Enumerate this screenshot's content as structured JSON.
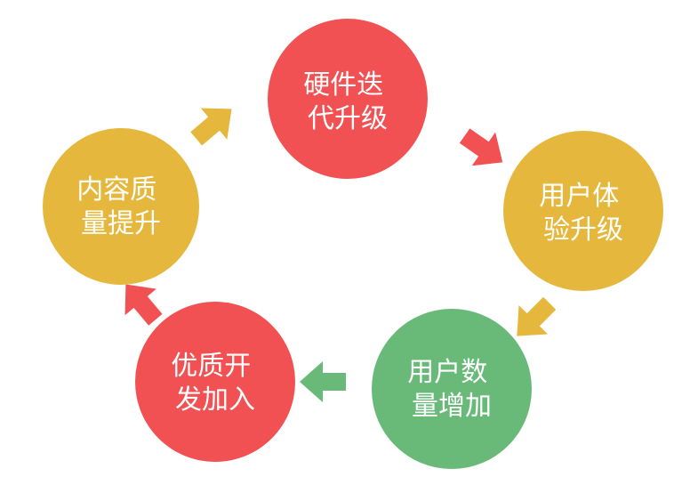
{
  "colors": {
    "red": "#F15153",
    "yellow": "#E5B83D",
    "green": "#69BA79",
    "label": "#FFFFFF"
  },
  "nodes": [
    {
      "id": "hardware-iteration",
      "lines": [
        "硬件迭",
        "代升级"
      ],
      "color": "#F15153"
    },
    {
      "id": "user-experience",
      "lines": [
        "用户体",
        "验升级"
      ],
      "color": "#E5B83D"
    },
    {
      "id": "user-growth",
      "lines": [
        "用户数",
        "量增加"
      ],
      "color": "#69BA79"
    },
    {
      "id": "quality-developers",
      "lines": [
        "优质开",
        "发加入"
      ],
      "color": "#F15153"
    },
    {
      "id": "content-quality",
      "lines": [
        "内容质",
        "量提升"
      ],
      "color": "#E5B83D"
    }
  ],
  "arrows": [
    {
      "from": "hardware-iteration",
      "to": "user-experience",
      "color": "#F15153",
      "icon": "arrow-right-down-icon"
    },
    {
      "from": "user-experience",
      "to": "user-growth",
      "color": "#E5B83D",
      "icon": "arrow-left-down-icon"
    },
    {
      "from": "user-growth",
      "to": "quality-developers",
      "color": "#69BA79",
      "icon": "arrow-left-icon"
    },
    {
      "from": "quality-developers",
      "to": "content-quality",
      "color": "#F15153",
      "icon": "arrow-up-left-icon"
    },
    {
      "from": "content-quality",
      "to": "hardware-iteration",
      "color": "#E5B83D",
      "icon": "arrow-up-right-icon"
    }
  ]
}
